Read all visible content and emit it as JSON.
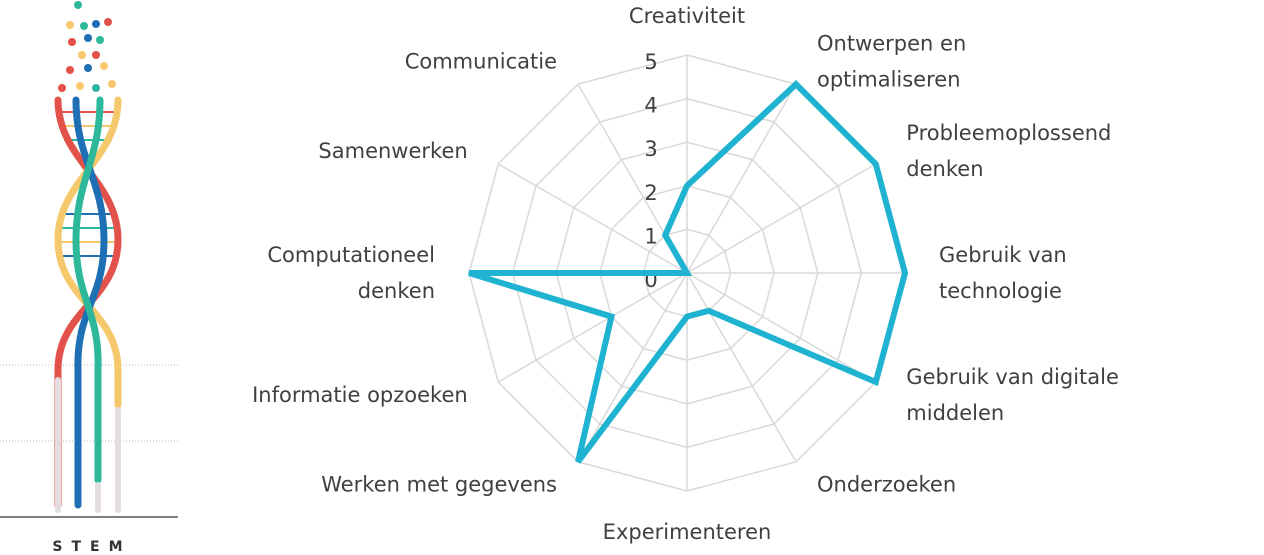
{
  "chart_data": {
    "type": "radar",
    "categories": [
      [
        "Creativiteit"
      ],
      [
        "Ontwerpen en",
        "optimaliseren"
      ],
      [
        "Probleemoplossend",
        "denken"
      ],
      [
        "Gebruik van",
        "technologie"
      ],
      [
        "Gebruik van digitale",
        "middelen"
      ],
      [
        "Onderzoeken"
      ],
      [
        "Experimenteren"
      ],
      [
        "Werken met gegevens"
      ],
      [
        "Informatie opzoeken"
      ],
      [
        "Computationeel",
        "denken"
      ],
      [
        "Samenwerken"
      ],
      [
        "Communicatie"
      ]
    ],
    "values": [
      2,
      5,
      5,
      5,
      5,
      1,
      1,
      5,
      2,
      5,
      0,
      1
    ],
    "rmin": 0,
    "rmax": 5,
    "ticks": [
      0,
      1,
      2,
      3,
      4,
      5
    ],
    "series_color": "#1FB3D1",
    "grid_color": "#D9D9D9",
    "text_color": "#404040"
  },
  "logo": {
    "text": "STEM",
    "colors": [
      "#E2524A",
      "#1F6FB5",
      "#2DB89B",
      "#F5C86B",
      "#2AB5C6"
    ]
  }
}
